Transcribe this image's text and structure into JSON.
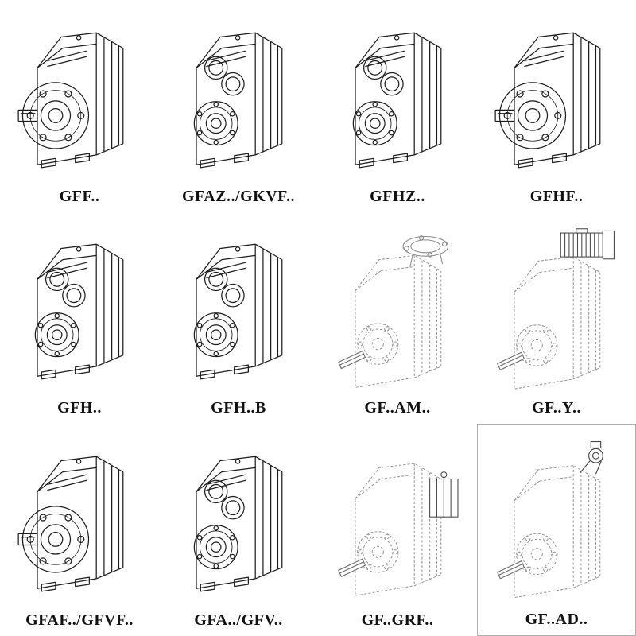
{
  "page": {
    "background": "#ffffff",
    "ink_color": "#1d1d1d",
    "faint_color": "#9b9b9b",
    "accessory_color": "#4a4a4a"
  },
  "grid": {
    "rows": 3,
    "cols": 4,
    "items": [
      {
        "label": "GFF..",
        "variant": "solid-output-flange",
        "icon": "gearbox-flange-icon"
      },
      {
        "label": "GFAZ../GKVF..",
        "variant": "solid-hollow-bores",
        "icon": "gearbox-bores-icon"
      },
      {
        "label": "GFHZ..",
        "variant": "solid-hollow-bores",
        "icon": "gearbox-bores-icon"
      },
      {
        "label": "GFHF..",
        "variant": "solid-output-flange",
        "icon": "gearbox-flange-icon"
      },
      {
        "label": "GFH..",
        "variant": "solid-hollow-bores",
        "icon": "gearbox-bores-icon"
      },
      {
        "label": "GFH..B",
        "variant": "solid-hollow-bores",
        "icon": "gearbox-bores-icon"
      },
      {
        "label": "GF..AM..",
        "variant": "phantom-top-flange",
        "icon": "gearbox-phantom-flange-icon"
      },
      {
        "label": "GF..Y..",
        "variant": "phantom-motor",
        "icon": "gearbox-phantom-motor-icon"
      },
      {
        "label": "GFAF../GFVF..",
        "variant": "solid-output-flange",
        "icon": "gearbox-flange-icon"
      },
      {
        "label": "GFA../GFV..",
        "variant": "solid-hollow-bores",
        "icon": "gearbox-bores-icon"
      },
      {
        "label": "GF..GRF..",
        "variant": "phantom-side-unit",
        "icon": "gearbox-phantom-box-icon"
      },
      {
        "label": "GF..AD..",
        "variant": "phantom-top-shaft",
        "icon": "gearbox-phantom-shaft-icon",
        "boxed": true
      }
    ]
  }
}
